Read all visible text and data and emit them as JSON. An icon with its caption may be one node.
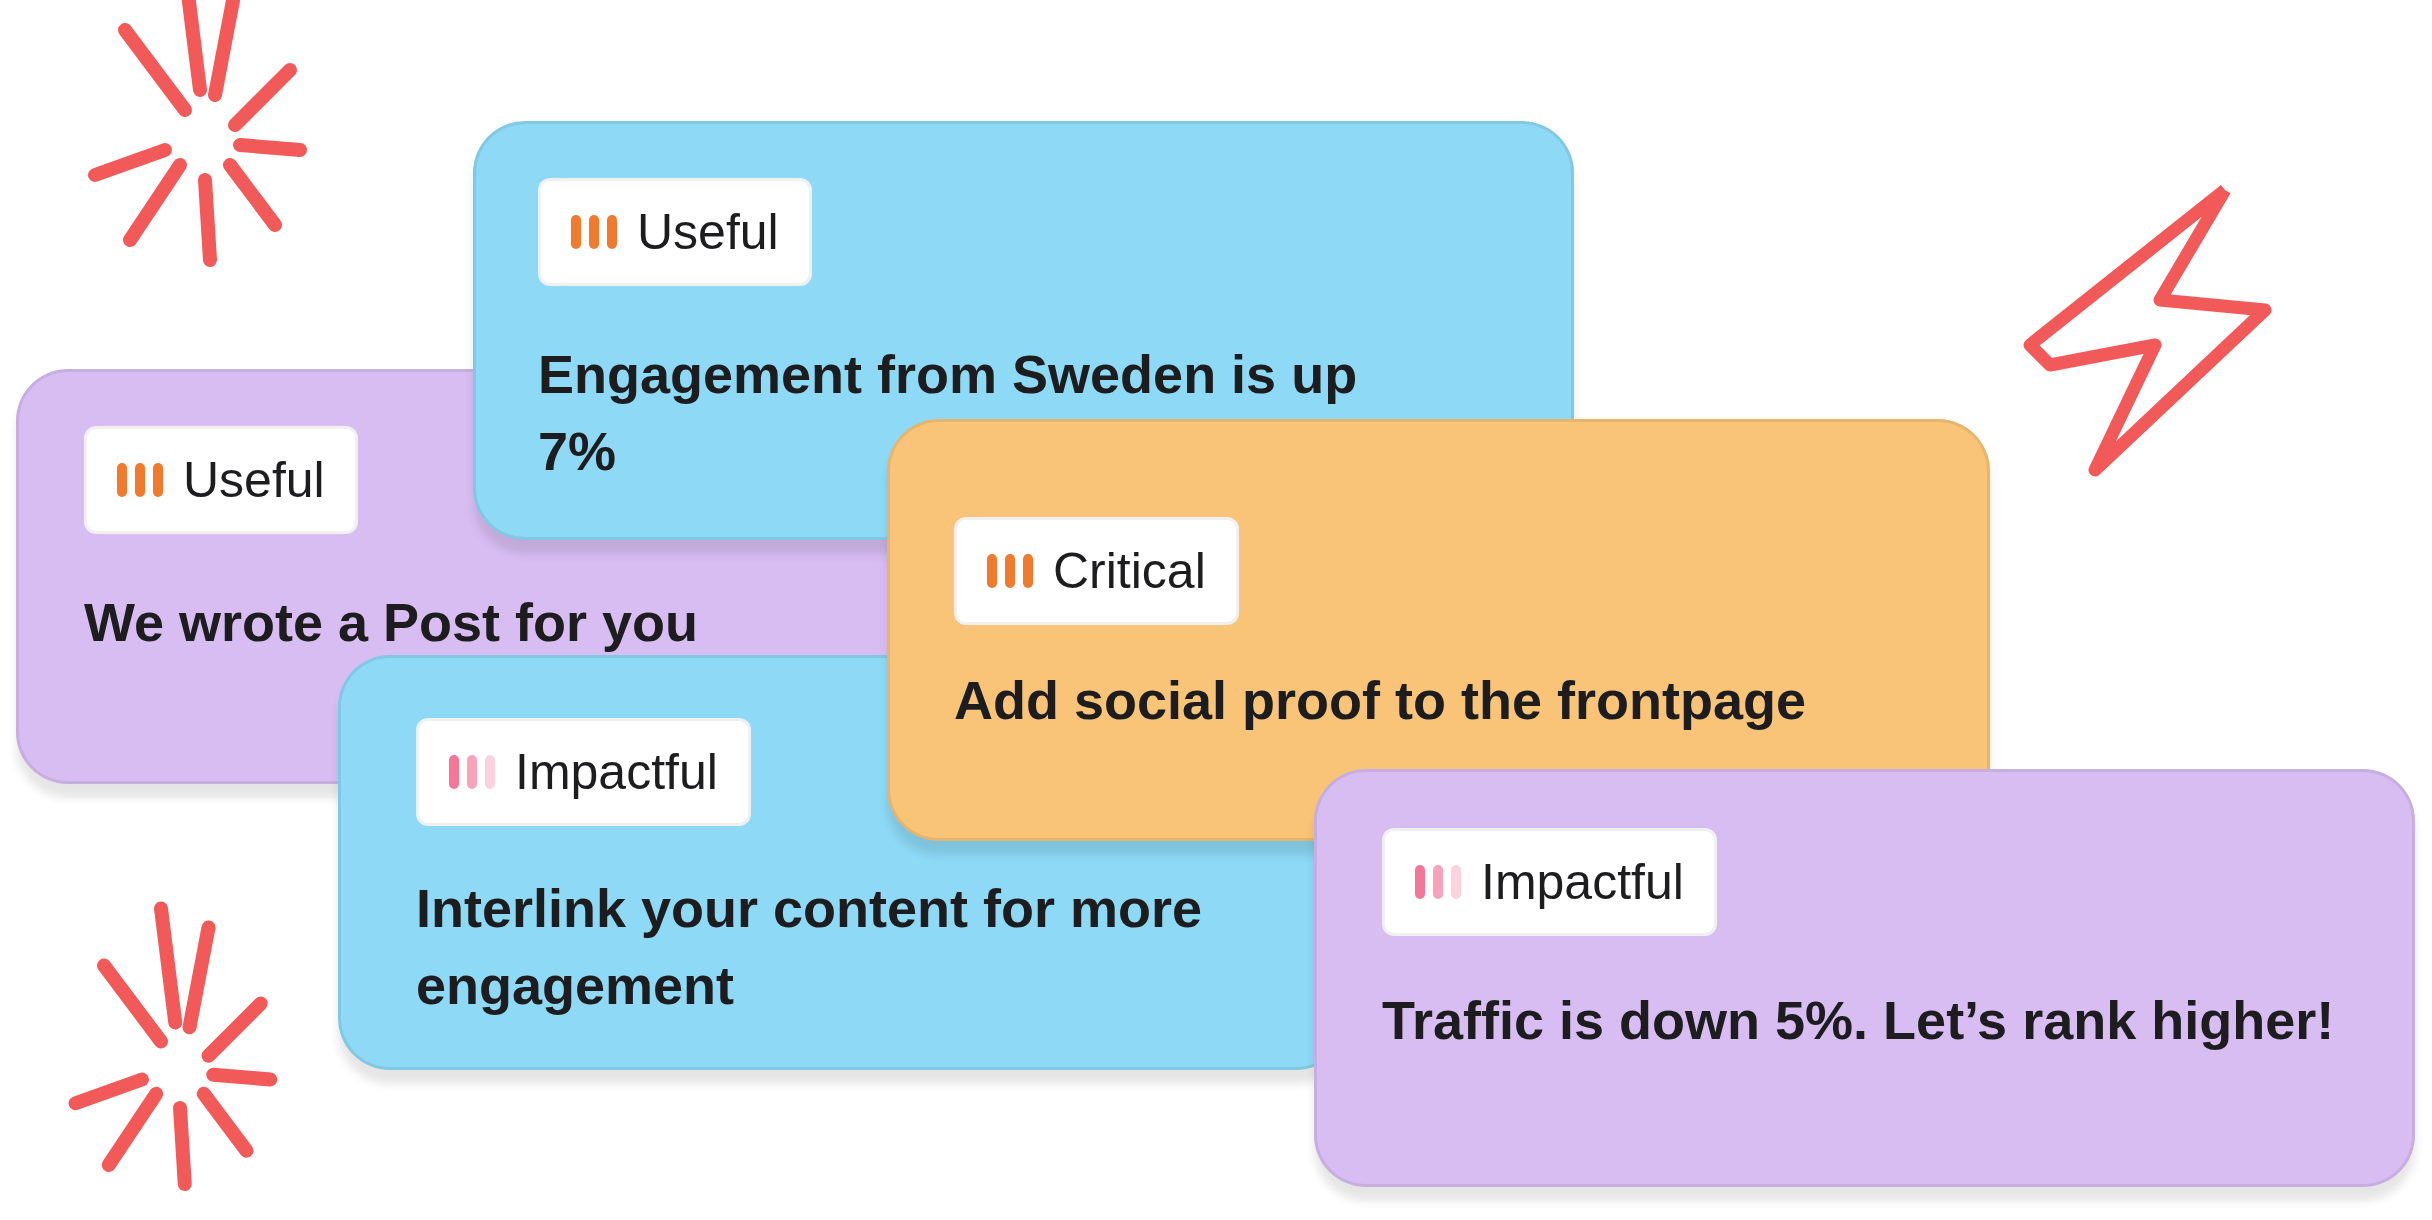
{
  "diagram": {
    "nodes": [
      {
        "text": [
          "We wrote a Post for you"
        ]
      },
      {
        "text": [
          "Useful"
        ],
        "in": 0
      },
      {
        "text": [
          "Engagement from Sweden is up 7%"
        ]
      },
      {
        "text": [
          "Useful"
        ],
        "in": 2
      },
      {
        "text": [
          "Interlink your content for more engagement"
        ]
      },
      {
        "text": [
          "Impactful"
        ],
        "in": 4
      },
      {
        "text": [
          "Add social proof to the frontpage"
        ]
      },
      {
        "text": [
          "Critical"
        ],
        "in": 6
      },
      {
        "text": [
          "Traffic is down 5%. Let’s rank higher!"
        ]
      },
      {
        "text": [
          "Impactful"
        ],
        "in": 8
      }
    ]
  }
}
